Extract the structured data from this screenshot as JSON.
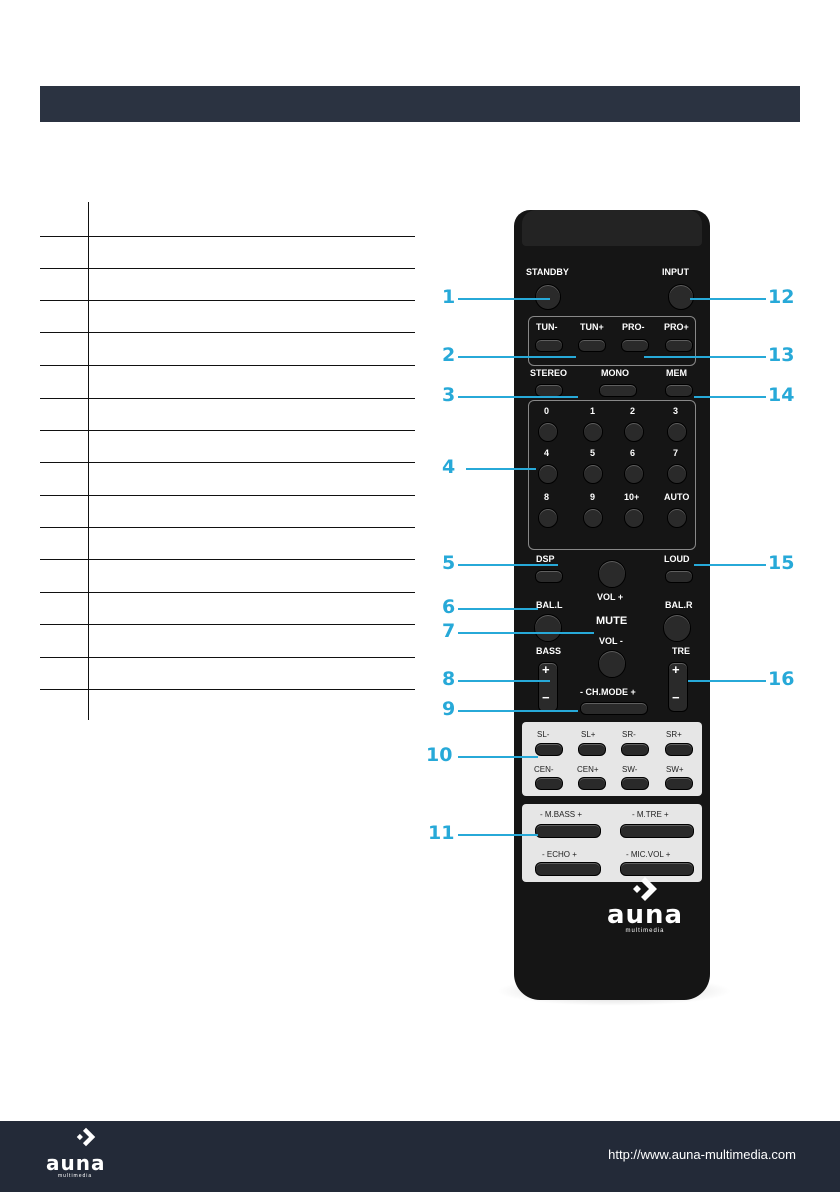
{
  "remote": {
    "labels": {
      "standby": "STANDBY",
      "input": "INPUT",
      "tun_minus": "TUN-",
      "tun_plus": "TUN+",
      "pro_minus": "PRO-",
      "pro_plus": "PRO+",
      "stereo": "STEREO",
      "mono": "MONO",
      "mem": "MEM",
      "n0": "0",
      "n1": "1",
      "n2": "2",
      "n3": "3",
      "n4": "4",
      "n5": "5",
      "n6": "6",
      "n7": "7",
      "n8": "8",
      "n9": "9",
      "n10": "10+",
      "auto": "AUTO",
      "dsp": "DSP",
      "loud": "LOUD",
      "vol_plus": "VOL +",
      "mute": "MUTE",
      "vol_minus": "VOL -",
      "bal_l": "BAL.L",
      "bal_r": "BAL.R",
      "bass": "BASS",
      "tre": "TRE",
      "plus": "+",
      "minus": "−",
      "ch_mode": "-  CH.MODE  +",
      "sl_minus": "SL-",
      "sl_plus": "SL+",
      "sr_minus": "SR-",
      "sr_plus": "SR+",
      "cen_minus": "CEN-",
      "cen_plus": "CEN+",
      "sw_minus": "SW-",
      "sw_plus": "SW+",
      "m_bass": "- M.BASS +",
      "m_tre": "- M.TRE +",
      "echo": "-  ECHO  +",
      "mic_vol": "-  MIC.VOL +",
      "brand": "auna",
      "brand_sub": "multimedia"
    },
    "callouts": [
      "1",
      "2",
      "3",
      "4",
      "5",
      "6",
      "7",
      "8",
      "9",
      "10",
      "11",
      "12",
      "13",
      "14",
      "15",
      "16"
    ]
  },
  "footer": {
    "brand": "auna",
    "brand_sub": "multimedia",
    "url": "http://www.auna-multimedia.com"
  }
}
